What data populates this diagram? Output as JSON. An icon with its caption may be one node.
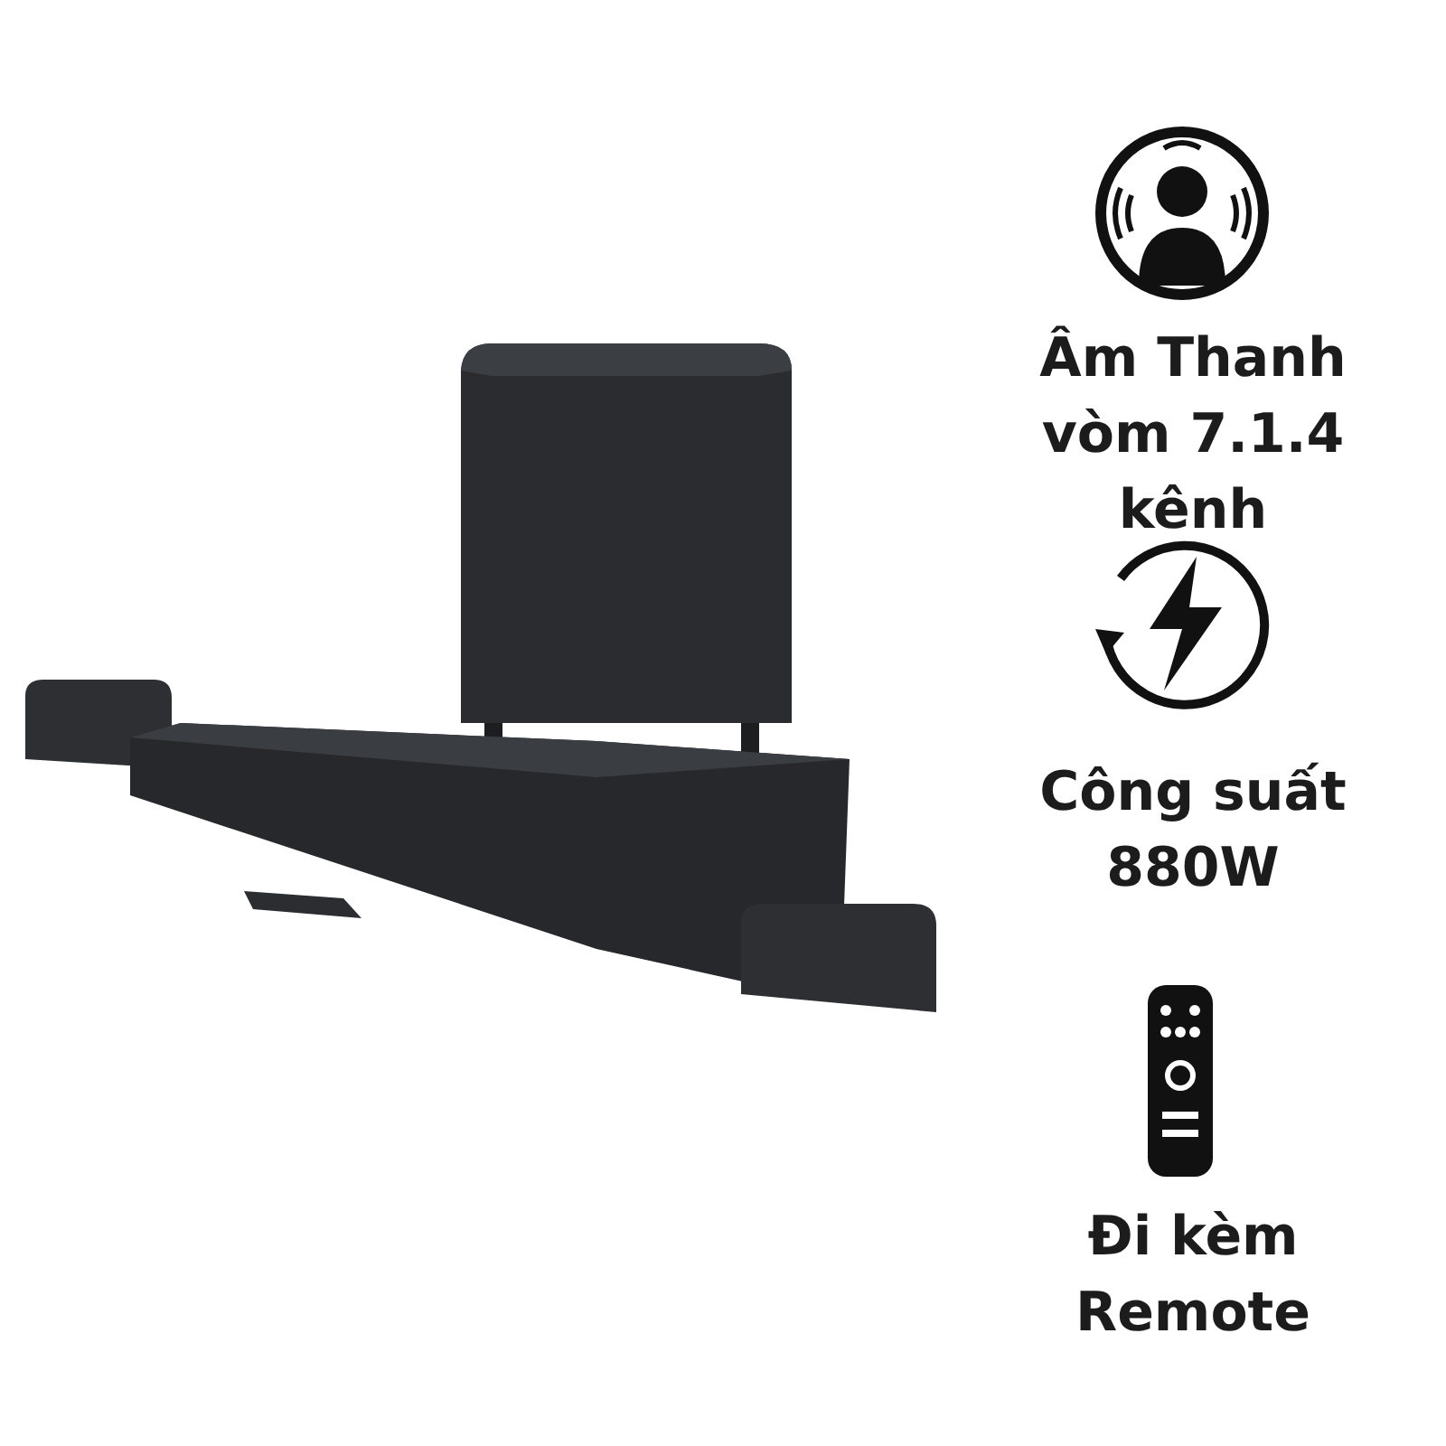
{
  "diagram": {
    "labels": [
      "Âm Thanh vòm 7.1.4 kênh",
      "Công suất 880W",
      "Đi kèm Remote"
    ]
  }
}
